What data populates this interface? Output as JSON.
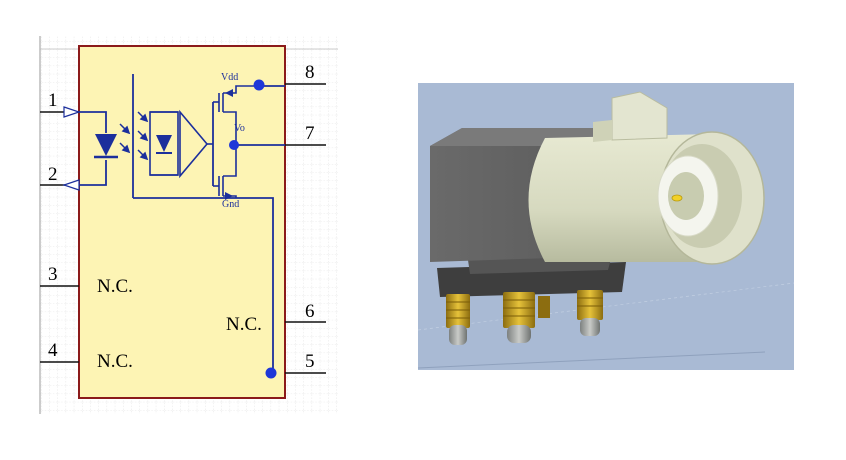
{
  "schematic": {
    "pins": [
      {
        "number": "1"
      },
      {
        "number": "2"
      },
      {
        "number": "3"
      },
      {
        "number": "4"
      },
      {
        "number": "5"
      },
      {
        "number": "6"
      },
      {
        "number": "7"
      },
      {
        "number": "8"
      }
    ],
    "nc_labels": [
      "N.C.",
      "N.C.",
      "N.C."
    ],
    "net_labels": {
      "vdd": "Vdd",
      "vo": "Vo",
      "gnd": "Gnd"
    },
    "colors": {
      "body_fill": "#fdf4b4",
      "body_border": "#8b1a1a",
      "wire": "#1c2f9c",
      "junction": "#1e37d8",
      "grid": "#c8c8c8"
    }
  },
  "render_3d": {
    "colors": {
      "background": "#a8b9d4",
      "housing": "#666666",
      "barrel": "#dcdec6",
      "pins": "#c8a21e"
    }
  }
}
